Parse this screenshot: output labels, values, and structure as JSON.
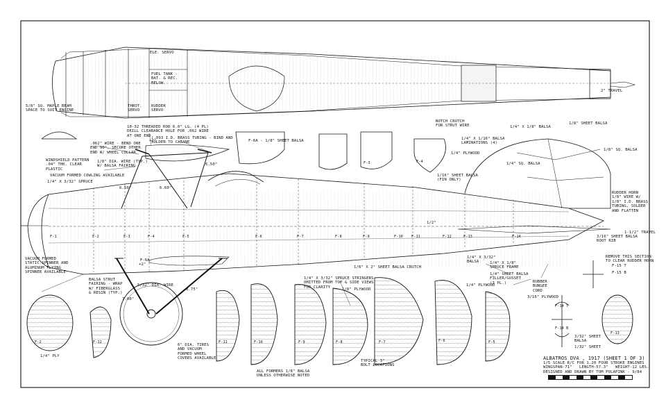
{
  "title_block": {
    "title": "ALBATROS DVa , 1917 (SHEET 1 of 3)",
    "line2": "1/5 SCALE R/C FOR 1.20 FOUR STROKE ENGINES",
    "line3": "WINGSPAN-71\"   LENGTH-57.3\"   WEIGHT-12 lbs.",
    "line4": "DESIGNED AND DRAWN BY TOM POLAPINK - 9/84"
  },
  "notes": {
    "ele_servo": "ELE. SERVO",
    "fuel_tank": "FUEL TANK -\nBAT. & REC.\nBELOW",
    "throt_servo": "THROT.\nSERVO",
    "rudder_servo": "RUDDER\nSERVO",
    "travel_2": "2\" TRAVEL",
    "maple_beam": "5/8\" SQ. MAPLE BEAM\nSPACE TO SUIT ENGINE",
    "threaded_rod": "10-32 THREADED ROD 6.0\" LG. (4 PL)\nDRILL CLEARANCE HOLE FOR .062 WIRE\nAT ONE END",
    "brass_tubing": "(.093 I.D. BRASS TUBING - BIND AND\nSOLDER TO CABANE",
    "wire_bend": ".062\" WIRE - BEND ONE\nEND 90°, SECURE OTHER\nEND W/ WHEEL COLLAR",
    "dia_wire": "1/8\" DIA. WIRE (TYP.)\nW/ BALSA FAIRING",
    "windshield": "WINDSHIELD PATTERN\n.04\" THK. CLEAR\nPLASTIC",
    "cowling": "VACUUM FORMED COWLING AVAILABLE",
    "spruce_a": "1/4\" x 3/32\" SPRUCE",
    "sheet_f6a": "F-6A - 1/8\" SHEET BALSA",
    "notch_crutch": "NOTCH CRUTCH\nFOR STRUT WIRE",
    "ply_14": "1/4\" PLYWOOD",
    "balsa_laminations": "1/4\" x 1/16\" BALSA\nLAMINATIONS (4)",
    "sheet_fin": "1/16\" SHEET BALSA\n(FIN ONLY)",
    "balsa_quarter_eighth": "1/4\" x 1/8\" BALSA",
    "sq_balsa_14": "1/4\" SQ. BALSA",
    "sheet_18": "1/8\" SHEET BALSA",
    "sq_balsa_18": "1/8\" SQ. BALSA",
    "rudder_horn": "RUDDER HORN\n1/8\" WIRE W/\n1/8\" I.D. BRASS\nTUBING, SOLDER\nAND FLATTEN",
    "travel_1_5": "1-1/2\" TRAVEL",
    "root_rib": "3/16\" SHEET BALSA\nROOT RIB",
    "remove_section": "REMOVE THIS SECTION\nTO CLEAR RUDDER HORN",
    "f15t": "F-15 T",
    "f15b": "F-15 B",
    "spinner": "VACUUM FORMED\nSTATIC SPINNER AND\nALUMINUM FLYING\nSPINNER AVAILABLE",
    "crutch": "1/8\" x 2\" SHEET BALSA CRUTCH",
    "spruce_frame": "1/4\" x 1/8\"\nSPRUCE FRAME",
    "sheet_332": "1/4\" x 3/32\"\nBALSA",
    "filler_gusset": "1/4\" SHEET BALSA\nFILLER/GUSSET\n(3 PL.)",
    "bungee": "RUBBER\nBUNGEE\nCORD",
    "ply_316": "3/16\" PLYWOOD",
    "strut_fairing": "BALSA STRUT\nFAIRING - WRAP\nW/ FIBERGLASS\n& RESIN (TYP.)",
    "dia_wire_532": "5/32\" DIA. WIRE",
    "spruce_stringers": "1/4\" x 3/32\" SPRUCE STRINGERS\nOMITTED FROM TOP & SIDE VIEWS\nFOR CLARITY",
    "ply_18": "1/8\" PLYWOOD",
    "ply_14b": "1/4\" PLYWOOD",
    "tires": "6\" DIA. TIRES\nAND VACUUM\nFORMED WHEEL\nCOVERS AVAILABLE",
    "formers": "ALL FORMERS 1/8\" BALSA\nUNLESS OTHERWISE NOTED",
    "bolt_loc": "TYPICAL 3\"\nBOLT LOCATIONS",
    "ply_bottom": "1/4\" PLY",
    "sheet_332b": "3/32\" SHEET\nBALSA",
    "sheet_1_32": "1/32\" SHEET",
    "dim_650a": "6.50\"",
    "dim_650b": "6.50\"",
    "dim_660": "6.60\"",
    "dim_875": "8.75\"",
    "dim_700": "7.00\"",
    "dim_2a": "+2\"",
    "dim_2b": "+2\"",
    "dim_12": "1/2\"",
    "angle_f": "F-6A"
  },
  "former_labels": [
    "F-1",
    "F-2",
    "F-3",
    "F-4",
    "F-5",
    "F-6",
    "F-7",
    "F-8",
    "F-9",
    "F-10",
    "F-11",
    "F-12",
    "F-13",
    "F-14"
  ],
  "former_parts": {
    "f3": "F-3",
    "f4": "F-4",
    "f5": "F-5",
    "f6": "F-6",
    "f7": "F-7",
    "f8": "F-8",
    "f9": "F-9",
    "f10": "F-10",
    "f11": "F-11",
    "f12": "F-12",
    "f13": "F-13",
    "f14t": "F-14 T",
    "f14b": "F-14 B",
    "f2": "F-2"
  },
  "colors": {
    "ink": "#111111",
    "paper": "#ffffff",
    "hatch": "#555555"
  }
}
